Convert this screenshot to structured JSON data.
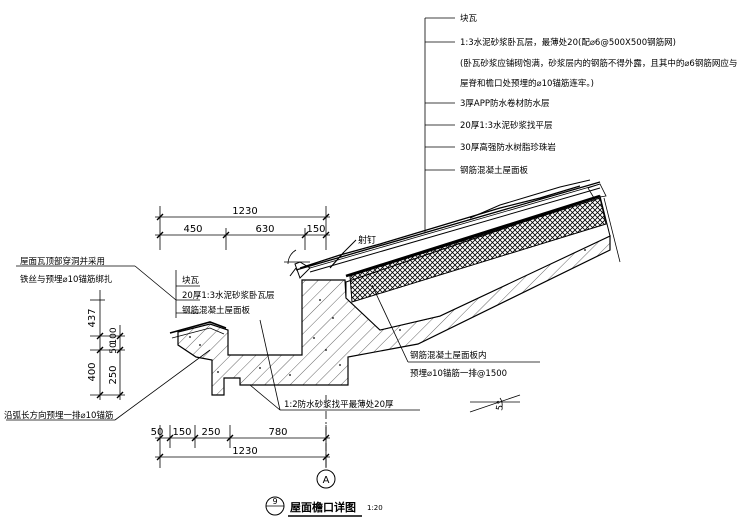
{
  "layers": [
    "块瓦",
    "1:3水泥砂浆卧瓦层，最薄处20(配⌀6@500X500钢筋网)",
    "(卧瓦砂浆应铺砌饱满，砂浆层内的钢筋不得外露，且其中的⌀6钢筋网应与",
    "屋脊和檐口处预埋的⌀10锚筋连牢。)",
    "3厚APP防水卷材防水层",
    "20厚1:3水泥砂浆找平层",
    "30厚高强防水树脂珍珠岩",
    "钢筋混凝土屋面板"
  ],
  "gutter_layers": [
    "块瓦",
    "20厚1:3水泥砂浆卧瓦层",
    "钢筋混凝土屋面板"
  ],
  "left_notes": {
    "top_line1": "屋面瓦顶部穿洞并采用",
    "top_line2": "铁丝与预埋⌀10锚筋绑扎",
    "bottom": "沿弧长方向预埋一排⌀10锚筋"
  },
  "nail_label": "射钉",
  "slab_note": {
    "line1": "钢筋混凝土屋面板内",
    "line2": "预埋⌀10锚筋一排@1500"
  },
  "mortar_note": "1:2防水砂浆找平最薄处20厚",
  "slope_label": "5°",
  "top_dims": {
    "total": "1230",
    "parts": [
      "450",
      "630",
      "150"
    ]
  },
  "bottom_dims": {
    "total": "1230",
    "parts": [
      "50",
      "150",
      "250",
      "780"
    ]
  },
  "left_dims": [
    "437",
    "100",
    "50",
    "250",
    "400"
  ],
  "axis_label": "A",
  "title": {
    "number": "9",
    "text": "屋面檐口详图",
    "scale": "1:20"
  }
}
